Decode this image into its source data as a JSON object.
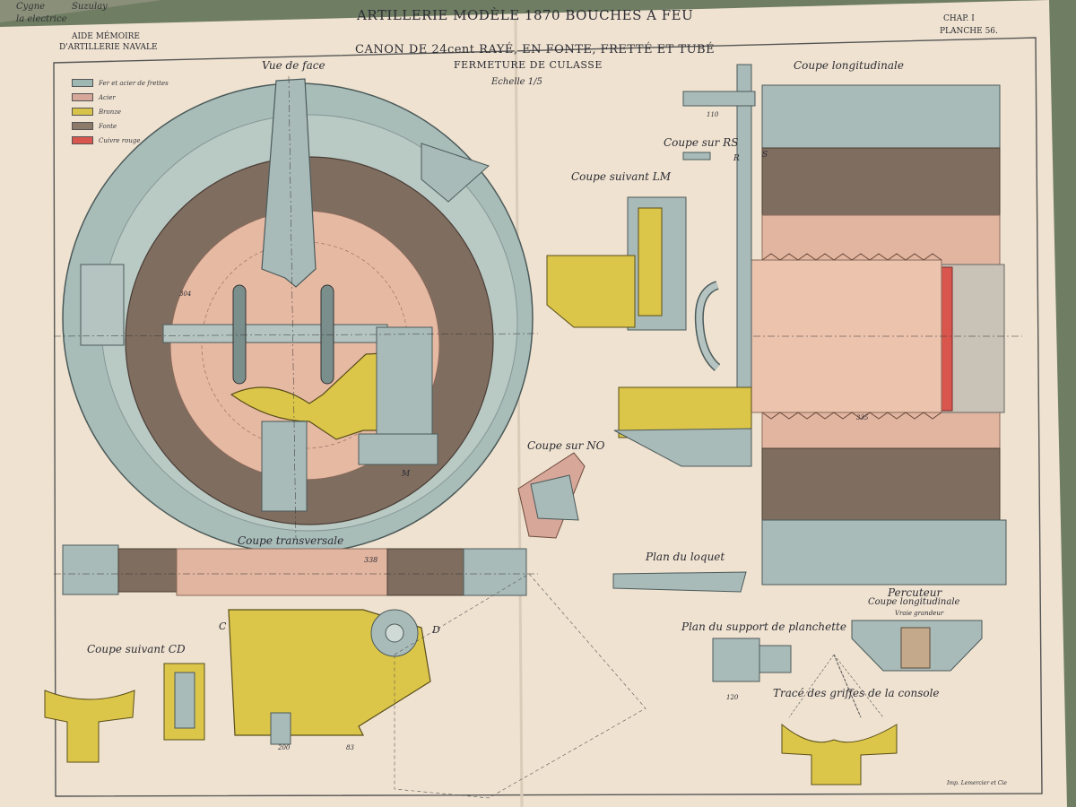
{
  "handwritten_notes": [
    "Cygne",
    "Suzulay",
    "la electrice"
  ],
  "header": {
    "title": "ARTILLERIE MODÈLE 1870 BOUCHES A FEU",
    "left_line1": "AIDE MÉMOIRE",
    "left_line2": "D'ARTILLERIE NAVALE",
    "right_line1": "CHAP. I",
    "right_line2": "PLANCHE 56."
  },
  "subtitle": {
    "line1": "CANON DE 24cent RAYÉ, EN FONTE, FRETTÉ ET TUBÉ",
    "line2": "FERMETURE DE CULASSE",
    "scale": "Echelle 1/5"
  },
  "legend": [
    {
      "label": "Fer et acier de frettes",
      "color": "#9fb7b2"
    },
    {
      "label": "Acier",
      "color": "#d7a79a"
    },
    {
      "label": "Bronze",
      "color": "#d8c24a"
    },
    {
      "label": "Fonte",
      "color": "#8c7b6b"
    },
    {
      "label": "Cuivre rouge",
      "color": "#d9564e"
    }
  ],
  "view_labels": {
    "face": "Vue de face",
    "longitudinal": "Coupe longitudinale",
    "rs": "Coupe sur RS",
    "lm": "Coupe suivant LM",
    "no": "Coupe sur NO",
    "transversale": "Coupe transversale",
    "loquet": "Plan du loquet",
    "support": "Plan du support de planchette",
    "percuteur": "Percuteur",
    "percuteur_sub": "Coupe longitudinale",
    "percuteur_scale": "Vraie grandeur",
    "cd": "Coupe suivant CD",
    "griffes": "Tracé des griffes de la console"
  },
  "section_letters": {
    "c": "C",
    "d": "D",
    "r": "R",
    "s": "S",
    "m": "M"
  },
  "dimensions": {
    "d1": "110",
    "d2": "338",
    "d3": "200",
    "d4": "83",
    "d5": "335",
    "d6": "120",
    "d7": "304"
  },
  "printer": "Imp. Lemercier et Cie"
}
